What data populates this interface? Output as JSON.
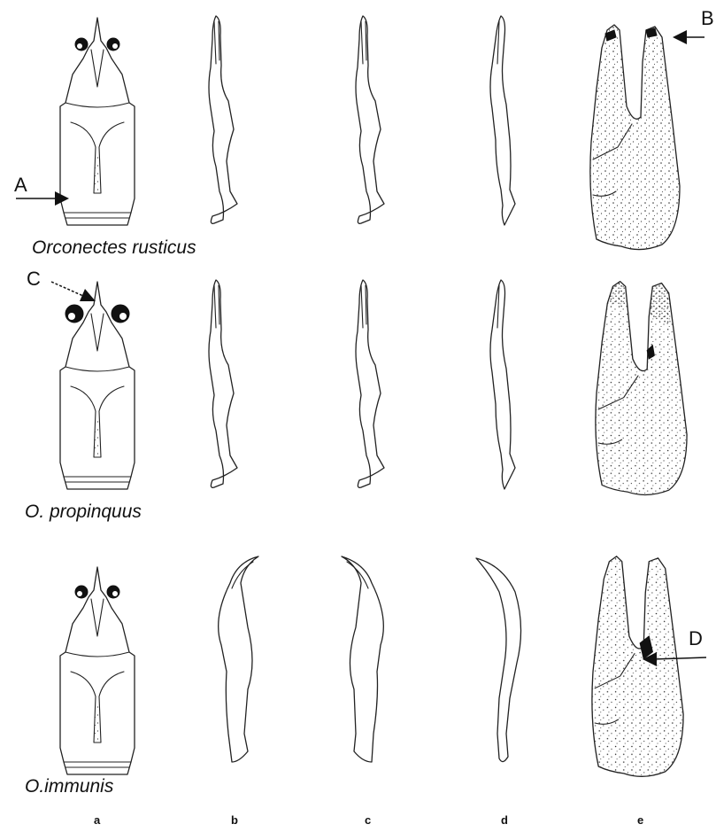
{
  "species": [
    {
      "name": "Orconectes rusticus"
    },
    {
      "name": "O. propinquus"
    },
    {
      "name": "O.immunis"
    }
  ],
  "column_labels": [
    "a",
    "b",
    "c",
    "d",
    "e"
  ],
  "pointer_labels": {
    "A": "A",
    "B": "B",
    "C": "C",
    "D": "D"
  }
}
